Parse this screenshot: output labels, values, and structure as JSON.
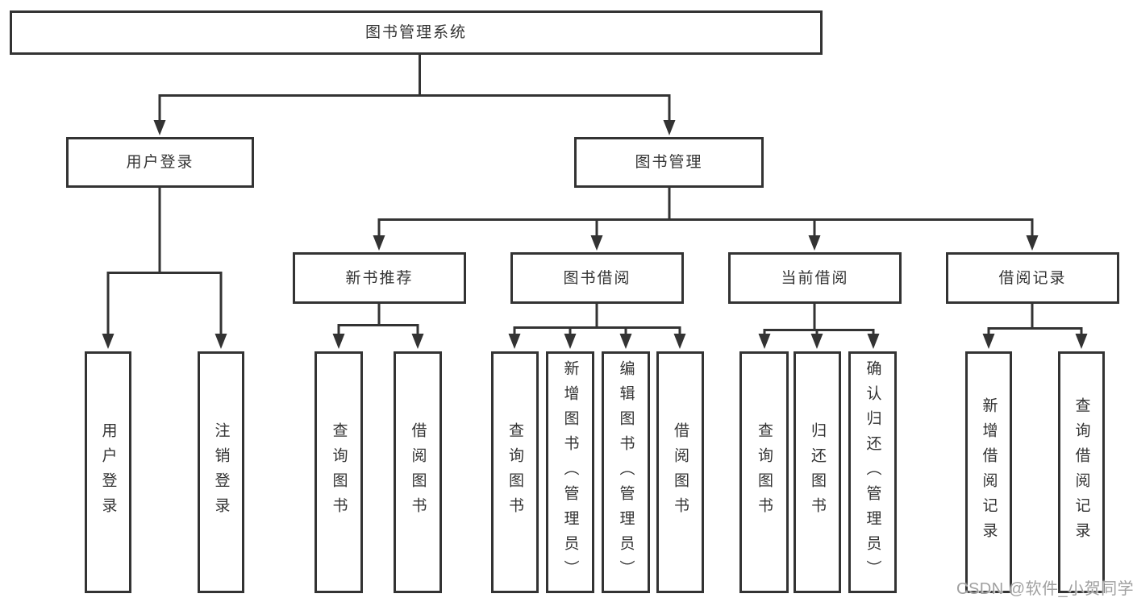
{
  "diagram": {
    "root": {
      "label": "图书管理系统"
    },
    "level2": [
      {
        "label": "用户登录"
      },
      {
        "label": "图书管理"
      }
    ],
    "level3": [
      {
        "label": "新书推荐"
      },
      {
        "label": "图书借阅"
      },
      {
        "label": "当前借阅"
      },
      {
        "label": "借阅记录"
      }
    ],
    "leaves": [
      {
        "parent": "用户登录",
        "label": "用户登录"
      },
      {
        "parent": "用户登录",
        "label": "注销登录"
      },
      {
        "parent": "新书推荐",
        "label": "查询图书"
      },
      {
        "parent": "新书推荐",
        "label": "借阅图书"
      },
      {
        "parent": "图书借阅",
        "label": "查询图书"
      },
      {
        "parent": "图书借阅",
        "label": "新增图书（管理员）"
      },
      {
        "parent": "图书借阅",
        "label": "编辑图书（管理员）"
      },
      {
        "parent": "图书借阅",
        "label": "借阅图书"
      },
      {
        "parent": "当前借阅",
        "label": "查询图书"
      },
      {
        "parent": "当前借阅",
        "label": "归还图书"
      },
      {
        "parent": "当前借阅",
        "label": "确认归还（管理员）"
      },
      {
        "parent": "借阅记录",
        "label": "新增借阅记录"
      },
      {
        "parent": "借阅记录",
        "label": "查询借阅记录"
      }
    ],
    "watermark": "CSDN @软件_小贺同学",
    "colors": {
      "line": "#333333",
      "box_border": "#333333",
      "box_fill": "#ffffff",
      "text": "#333333",
      "watermark": "#a0a0a0"
    }
  }
}
